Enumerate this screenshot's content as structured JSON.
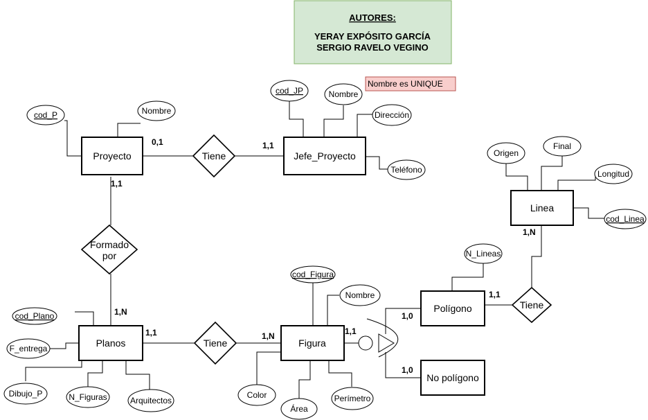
{
  "authors": {
    "heading": "AUTORES:",
    "line1": "YERAY EXPÓSITO GARCÍA",
    "line2": "SERGIO RAVELO VEGINO"
  },
  "note": "Nombre es UNIQUE",
  "entities": {
    "proyecto": "Proyecto",
    "jefe_proyecto": "Jefe_Proyecto",
    "linea": "Linea",
    "planos": "Planos",
    "figura": "Figura",
    "poligono": "Polígono",
    "no_poligono": "No polígono"
  },
  "relationships": {
    "tiene_proyecto_jefe": "Tiene",
    "formado_por_line1": "Formado",
    "formado_por_line2": "por",
    "tiene_planos_figura": "Tiene",
    "tiene_poligono_linea": "Tiene"
  },
  "attributes": {
    "proyecto_cod_p": "cod_P",
    "proyecto_nombre": "Nombre",
    "jefe_cod_jp": "cod_JP",
    "jefe_nombre": "Nombre",
    "jefe_direccion": "Dirección",
    "jefe_telefono": "Teléfono",
    "linea_origen": "Origen",
    "linea_final": "Final",
    "linea_longitud": "Longitud",
    "linea_cod_linea": "cod_Linea",
    "poligono_n_lineas": "N_Lineas",
    "planos_cod_plano": "cod_Plano",
    "planos_f_entrega": "F_entrega",
    "planos_dibujo_p": "Dibujo_P",
    "planos_n_figuras": "N_Figuras",
    "planos_arquitectos": "Arquitectos",
    "figura_cod_figura": "cod_Figura",
    "figura_nombre": "Nombre",
    "figura_color": "Color",
    "figura_area": "Área",
    "figura_perimetro": "Perímetro"
  },
  "cardinalities": {
    "proyecto_tiene": "0,1",
    "jefe_tiene": "1,1",
    "proyecto_formado": "1,1",
    "planos_formado": "1,N",
    "planos_tiene": "1,1",
    "figura_tiene": "1,N",
    "figura_isa": "1,1",
    "poligono_isa": "1,0",
    "no_poligono_isa": "1,0",
    "poligono_tiene": "1,1",
    "linea_tiene": "1,N"
  }
}
